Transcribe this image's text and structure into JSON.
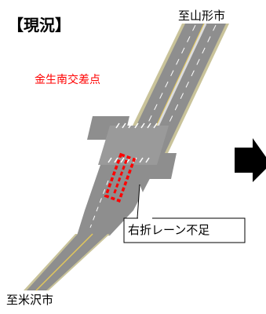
{
  "title": "【現況】",
  "destination_north": "至山形市",
  "destination_south": "至米沢市",
  "intersection_name": "金生南交差点",
  "callout_label": "右折レーン不足",
  "colors": {
    "road": "#8e8e8e",
    "road_dark": "#777777",
    "road_edge": "#c9c39a",
    "center_line": "#e3c85a",
    "lane_marking": "#ffffff",
    "highlight": "#ff0000",
    "arrow": "#000000"
  }
}
